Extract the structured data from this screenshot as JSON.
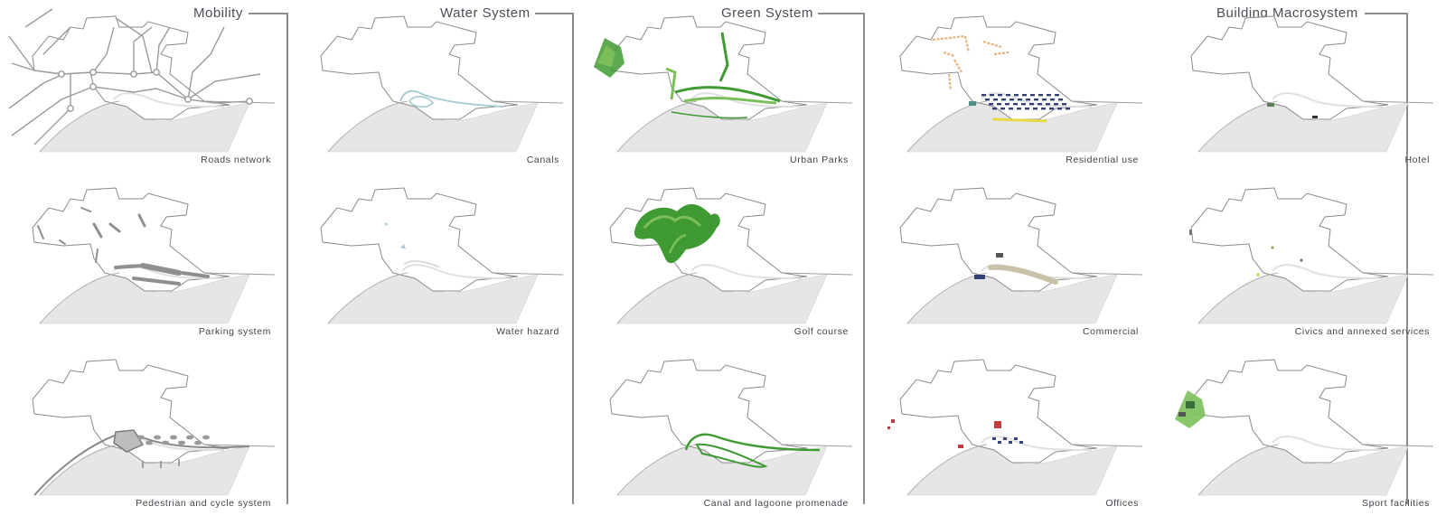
{
  "sections": [
    {
      "id": "mobility",
      "title": "Mobility"
    },
    {
      "id": "water",
      "title": "Water System"
    },
    {
      "id": "green",
      "title": "Green System"
    },
    {
      "id": "building",
      "title": "Building Macrosystem"
    }
  ],
  "panels": [
    {
      "caption": "Roads network",
      "overlay": "roads"
    },
    {
      "caption": "Parking system",
      "overlay": "parking"
    },
    {
      "caption": "Pedestrian and cycle system",
      "overlay": "pedestrian"
    },
    {
      "caption": "Canals",
      "overlay": "canals"
    },
    {
      "caption": "Water hazard",
      "overlay": "hazard"
    },
    {
      "caption": "Urban Parks",
      "overlay": "parks"
    },
    {
      "caption": "Golf course",
      "overlay": "golf"
    },
    {
      "caption": "Canal and lagoone promenade",
      "overlay": "promenade"
    },
    {
      "caption": "Residential use",
      "overlay": "residential"
    },
    {
      "caption": "Commercial",
      "overlay": "commercial"
    },
    {
      "caption": "Offices",
      "overlay": "offices"
    },
    {
      "caption": "Hotel",
      "overlay": "hotel"
    },
    {
      "caption": "Civics and annexed services",
      "overlay": "civics"
    },
    {
      "caption": "Sport facilities",
      "overlay": "sport"
    }
  ],
  "colors": {
    "outline": "#8a8a8a",
    "beach": "#e6e6e6",
    "road": "#9a9a9a",
    "parking": "#8f8f8f",
    "water": "#a9cdd3",
    "green": "#3f9a34",
    "green_light": "#7cbf5a",
    "residential": "#e8b27a",
    "residential_blue": "#33407a",
    "residential_yellow": "#e8d84a",
    "commercial": "#c9c2a8",
    "offices_red": "#c23a3a",
    "offices_blue": "#36427e"
  }
}
